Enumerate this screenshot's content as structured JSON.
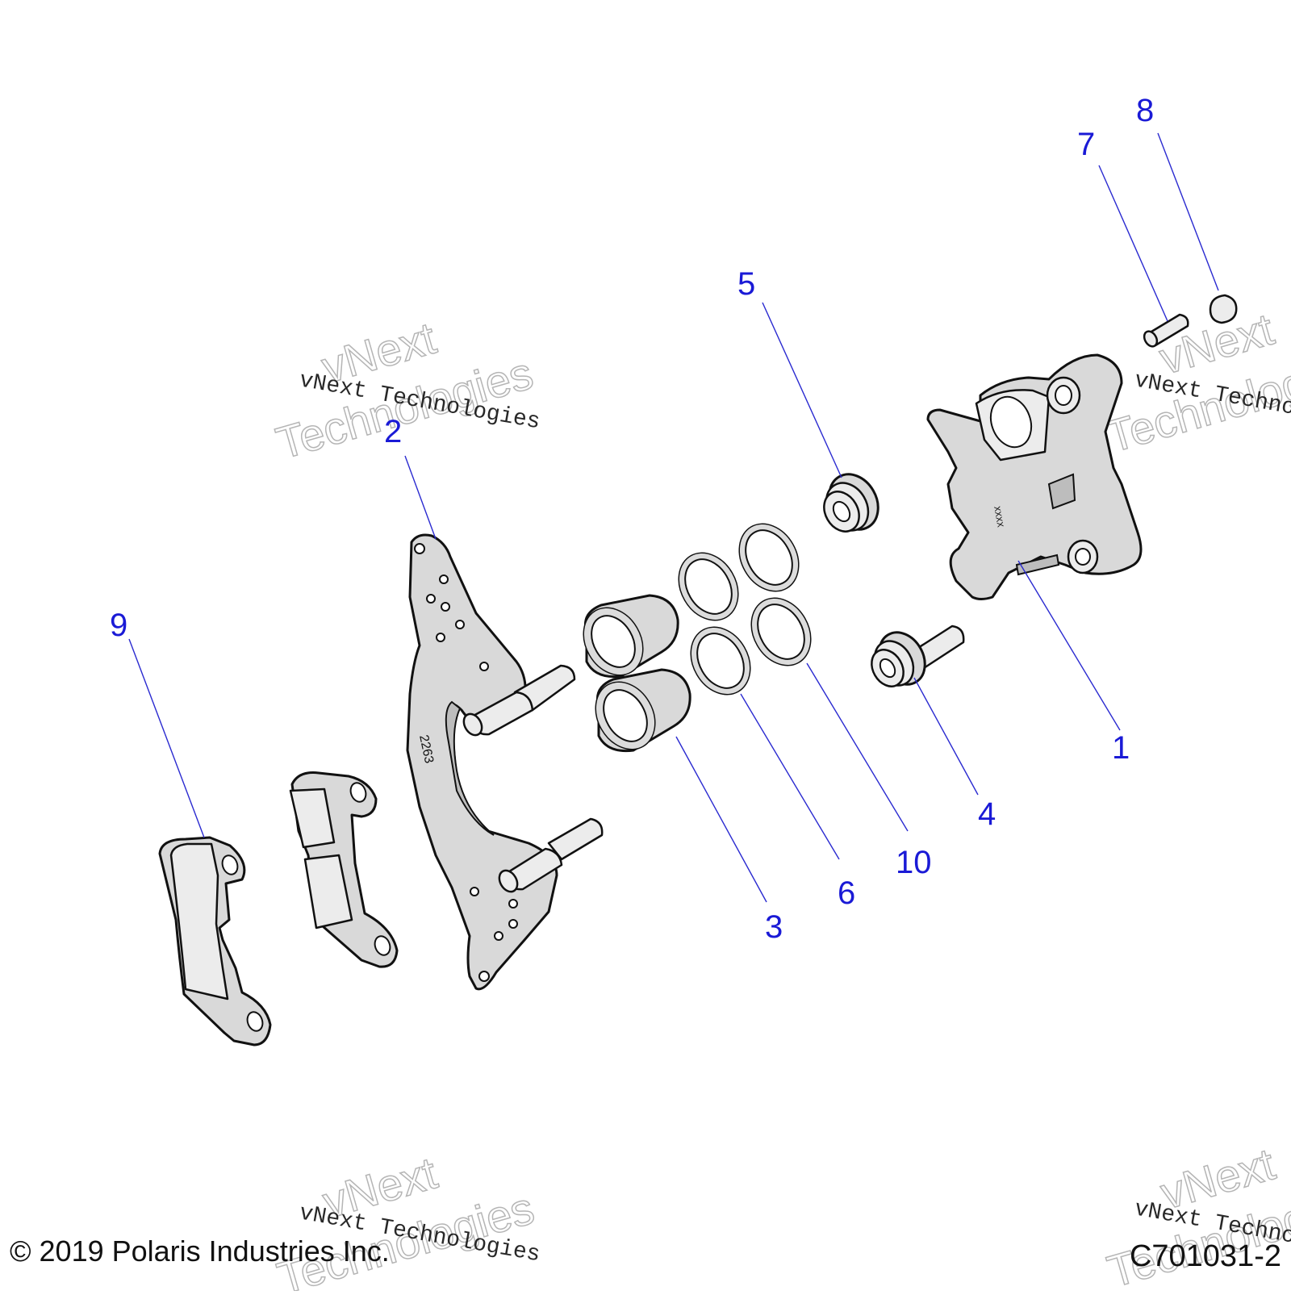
{
  "diagram": {
    "callouts": [
      "1",
      "2",
      "3",
      "4",
      "5",
      "6",
      "7",
      "8",
      "9",
      "10"
    ],
    "engraved_markings": {
      "bracket": "2263",
      "caliper": "XXXX"
    }
  },
  "watermark": {
    "serif_line": "vNext Technologies",
    "outline_word_1": "vNext",
    "outline_word_2": "Technologies"
  },
  "footer": {
    "copyright": "© 2019 Polaris Industries Inc.",
    "drawing_number": "C701031-2"
  },
  "colors": {
    "callout": "#1a1ad6",
    "part_fill": "#d9d9d9",
    "outline": "#111111"
  }
}
